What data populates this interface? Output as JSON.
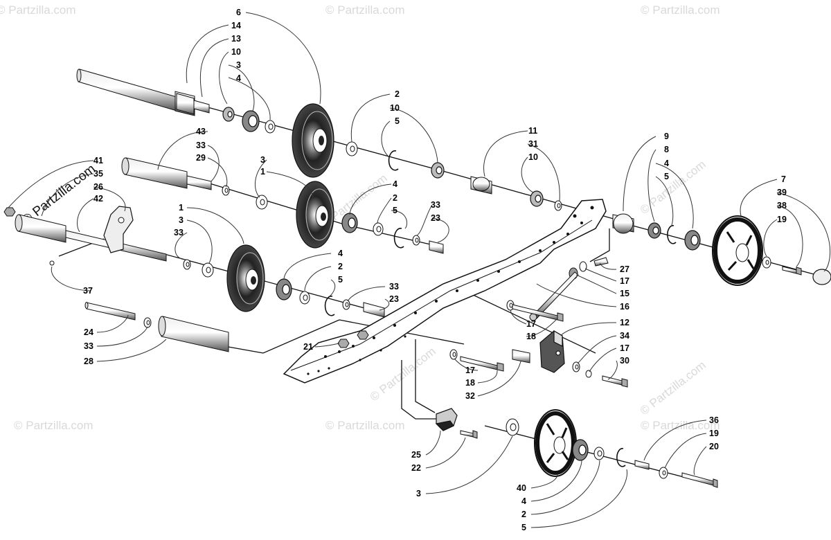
{
  "watermark": "© Partzilla.com",
  "callouts": [
    {
      "id": "c1",
      "text": "6"
    },
    {
      "id": "c2",
      "text": "14"
    },
    {
      "id": "c3",
      "text": "13"
    },
    {
      "id": "c4",
      "text": "10"
    },
    {
      "id": "c5",
      "text": "3"
    },
    {
      "id": "c6",
      "text": "4"
    },
    {
      "id": "c7",
      "text": "2"
    },
    {
      "id": "c8",
      "text": "10"
    },
    {
      "id": "c9",
      "text": "5"
    },
    {
      "id": "c10",
      "text": "11"
    },
    {
      "id": "c11",
      "text": "31"
    },
    {
      "id": "c12",
      "text": "10"
    },
    {
      "id": "c13",
      "text": "9"
    },
    {
      "id": "c14",
      "text": "8"
    },
    {
      "id": "c15",
      "text": "4"
    },
    {
      "id": "c16",
      "text": "5"
    },
    {
      "id": "c17",
      "text": "7"
    },
    {
      "id": "c18",
      "text": "39"
    },
    {
      "id": "c19",
      "text": "38"
    },
    {
      "id": "c20",
      "text": "19"
    },
    {
      "id": "c21",
      "text": "43"
    },
    {
      "id": "c22",
      "text": "33"
    },
    {
      "id": "c23",
      "text": "29"
    },
    {
      "id": "c24",
      "text": "3"
    },
    {
      "id": "c25",
      "text": "1"
    },
    {
      "id": "c26",
      "text": "4"
    },
    {
      "id": "c27",
      "text": "2"
    },
    {
      "id": "c28",
      "text": "5"
    },
    {
      "id": "c29",
      "text": "33"
    },
    {
      "id": "c30",
      "text": "23"
    },
    {
      "id": "c31",
      "text": "41"
    },
    {
      "id": "c32",
      "text": "35"
    },
    {
      "id": "c33",
      "text": "26"
    },
    {
      "id": "c34",
      "text": "42"
    },
    {
      "id": "c35",
      "text": "1"
    },
    {
      "id": "c36",
      "text": "3"
    },
    {
      "id": "c37",
      "text": "33"
    },
    {
      "id": "c38",
      "text": "37"
    },
    {
      "id": "c39",
      "text": "4"
    },
    {
      "id": "c40",
      "text": "2"
    },
    {
      "id": "c41",
      "text": "5"
    },
    {
      "id": "c42",
      "text": "33"
    },
    {
      "id": "c43",
      "text": "23"
    },
    {
      "id": "c44",
      "text": "27"
    },
    {
      "id": "c45",
      "text": "17"
    },
    {
      "id": "c46",
      "text": "15"
    },
    {
      "id": "c47",
      "text": "16"
    },
    {
      "id": "c48",
      "text": "17"
    },
    {
      "id": "c49",
      "text": "18"
    },
    {
      "id": "c50",
      "text": "12"
    },
    {
      "id": "c51",
      "text": "24"
    },
    {
      "id": "c52",
      "text": "33"
    },
    {
      "id": "c53",
      "text": "28"
    },
    {
      "id": "c54",
      "text": "21"
    },
    {
      "id": "c55",
      "text": "34"
    },
    {
      "id": "c56",
      "text": "17"
    },
    {
      "id": "c57",
      "text": "30"
    },
    {
      "id": "c58",
      "text": "17"
    },
    {
      "id": "c59",
      "text": "18"
    },
    {
      "id": "c60",
      "text": "32"
    },
    {
      "id": "c61",
      "text": "36"
    },
    {
      "id": "c62",
      "text": "19"
    },
    {
      "id": "c63",
      "text": "20"
    },
    {
      "id": "c64",
      "text": "25"
    },
    {
      "id": "c65",
      "text": "22"
    },
    {
      "id": "c66",
      "text": "3"
    },
    {
      "id": "c67",
      "text": "40"
    },
    {
      "id": "c68",
      "text": "4"
    },
    {
      "id": "c69",
      "text": "2"
    },
    {
      "id": "c70",
      "text": "5"
    }
  ]
}
